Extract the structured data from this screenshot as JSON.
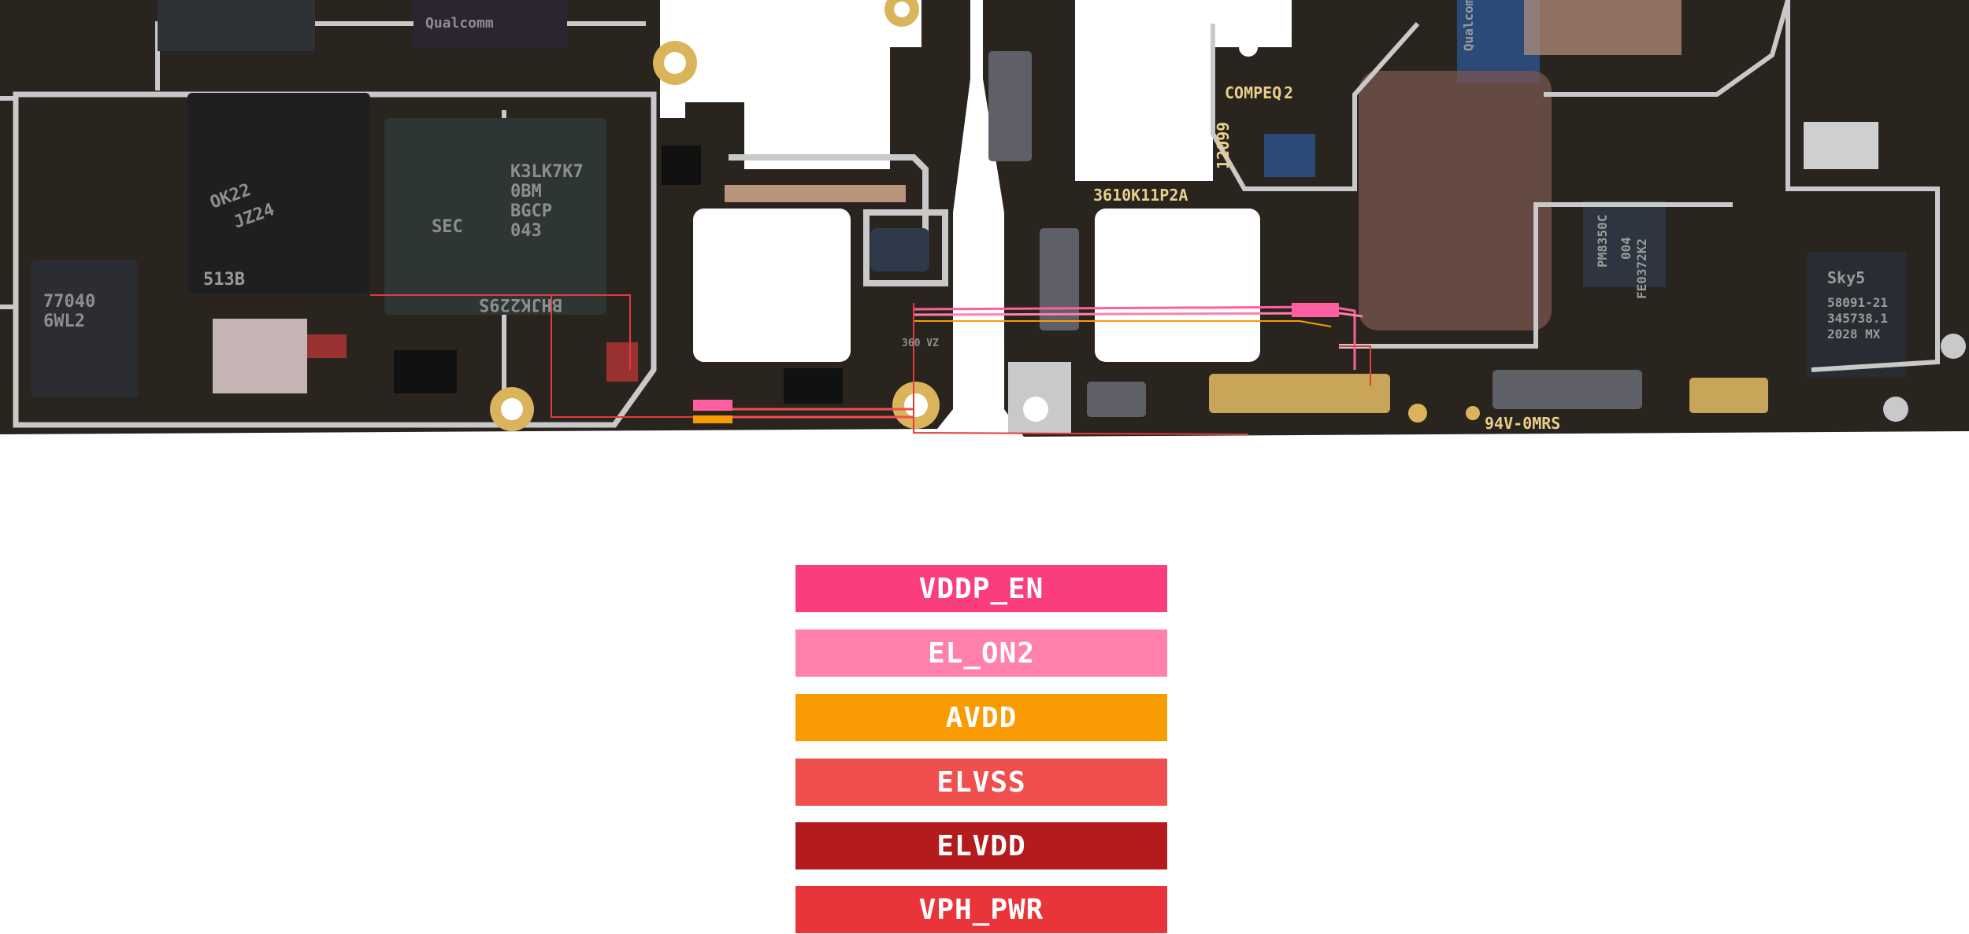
{
  "board": {
    "chip_labels": {
      "left_package_1": "OK22",
      "left_package_1_code": "JZ24",
      "left_package_1_side": "513B",
      "memory_line1": "K3LK7K7",
      "memory_line2": "0BM",
      "memory_line3": "BGCP",
      "memory_line4": "043",
      "memory_brand": "SEC",
      "memory_bottom": "BHJK229S",
      "far_left_1": "77040",
      "far_left_2": "6WL2",
      "qualcomm_left": "Qualcomm",
      "flex_marking": "360 VZ",
      "compeq": "COMPEQ",
      "compeq_sub": "2",
      "board_number": "12099",
      "part_number": "3610K11P2A",
      "right_pmic_1": "PM8350C",
      "right_pmic_2": "004",
      "right_pmic_3": "FE0372K2",
      "right_top_chip": "Qualcomm",
      "sky_1": "Sky5",
      "sky_2": "58091-21",
      "sky_3": "345738.1",
      "sky_4": "2028 MX",
      "ul_mark": "94V-0MRS"
    },
    "colors": {
      "pcb": "#2a241f",
      "copper": "#b9937c",
      "silver": "#c9c9c9",
      "gold": "#d9b45a",
      "chip_dark": "#1f1f22",
      "pink_trace": "#ff5fa0",
      "red_trace": "#e23b3b"
    }
  },
  "legend": [
    {
      "label": "VDDP_EN",
      "color": "#f93d7d"
    },
    {
      "label": "EL_ON2",
      "color": "#ff80a8"
    },
    {
      "label": "AVDD",
      "color": "#f99c04"
    },
    {
      "label": "ELVSS",
      "color": "#ef4f4d"
    },
    {
      "label": "ELVDD",
      "color": "#b41b1d"
    },
    {
      "label": "VPH_PWR",
      "color": "#e9343a"
    }
  ]
}
